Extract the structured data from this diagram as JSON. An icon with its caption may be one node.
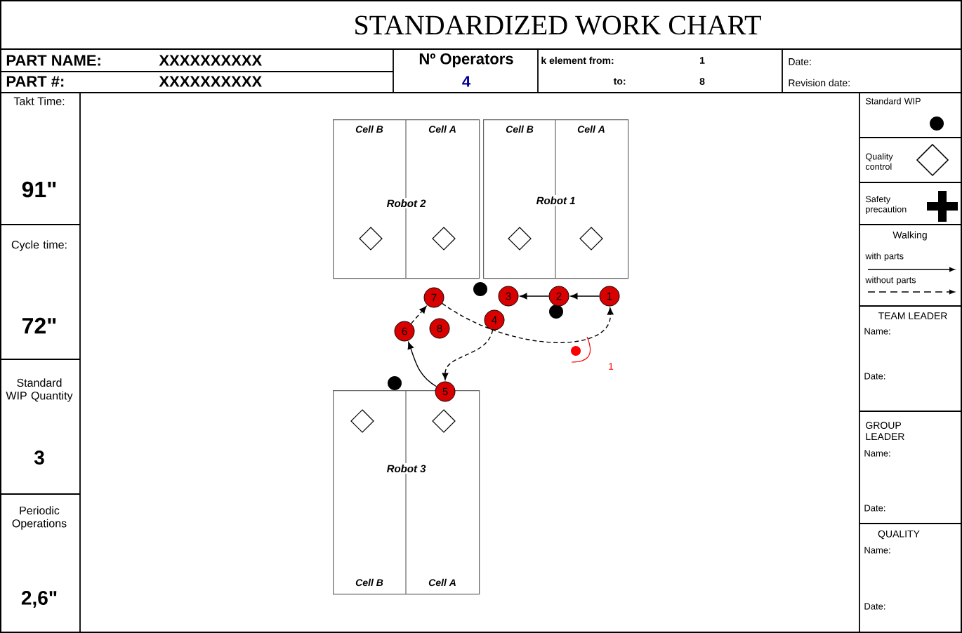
{
  "diagram": {
    "title": "STANDARDIZED WORK CHART",
    "nodes": [
      {
        "text": [
          "Robot 2"
        ]
      },
      {
        "text": [
          "Robot 1"
        ]
      },
      {
        "text": [
          "Robot 3"
        ]
      },
      {
        "text": [
          "1"
        ]
      },
      {
        "text": [
          "2"
        ]
      },
      {
        "text": [
          "3"
        ]
      },
      {
        "text": [
          "4"
        ]
      },
      {
        "text": [
          "5"
        ]
      },
      {
        "text": [
          "6"
        ]
      },
      {
        "text": [
          "7"
        ]
      },
      {
        "text": [
          "8"
        ]
      }
    ],
    "edges": [
      {
        "from": 3,
        "to": 4,
        "arrow": "to"
      },
      {
        "from": 4,
        "to": 5,
        "arrow": "to"
      },
      {
        "from": 6,
        "to": 7,
        "arrow": "to",
        "style": "dashed"
      },
      {
        "from": 7,
        "to": 8,
        "arrow": "to"
      },
      {
        "from": 8,
        "to": 9,
        "arrow": "to",
        "style": "dashed"
      },
      {
        "from": 9,
        "to": 3,
        "arrow": "to",
        "style": "dashed"
      }
    ],
    "labels": [
      "PART NAME:",
      "XXXXXXXXXX",
      "Nº Operators",
      "k element from:",
      "1",
      "Date:",
      "PART #:",
      "XXXXXXXXXX",
      "4",
      "to:",
      "8",
      "Revision date:",
      "Takt Time:",
      "91\"",
      "Cycle time:",
      "72\"",
      "Standard WIP Quantity",
      "3",
      "Periodic Operations",
      "2,6\"",
      "Cell B",
      "Cell A",
      "Cell B",
      "Cell A",
      "Cell B",
      "Cell A",
      "Walking",
      "TEAM LEADER",
      "Name:",
      "Date:",
      "GROUP LEADER",
      "Name:",
      "Date:",
      "QUALITY",
      "Name:",
      "Date:",
      "1"
    ],
    "legend": [
      {
        "text": "Standard WIP"
      },
      {
        "text": "Quality control"
      },
      {
        "text": "Safety precaution"
      },
      {
        "text": "with parts"
      },
      {
        "text": "without parts"
      }
    ]
  }
}
